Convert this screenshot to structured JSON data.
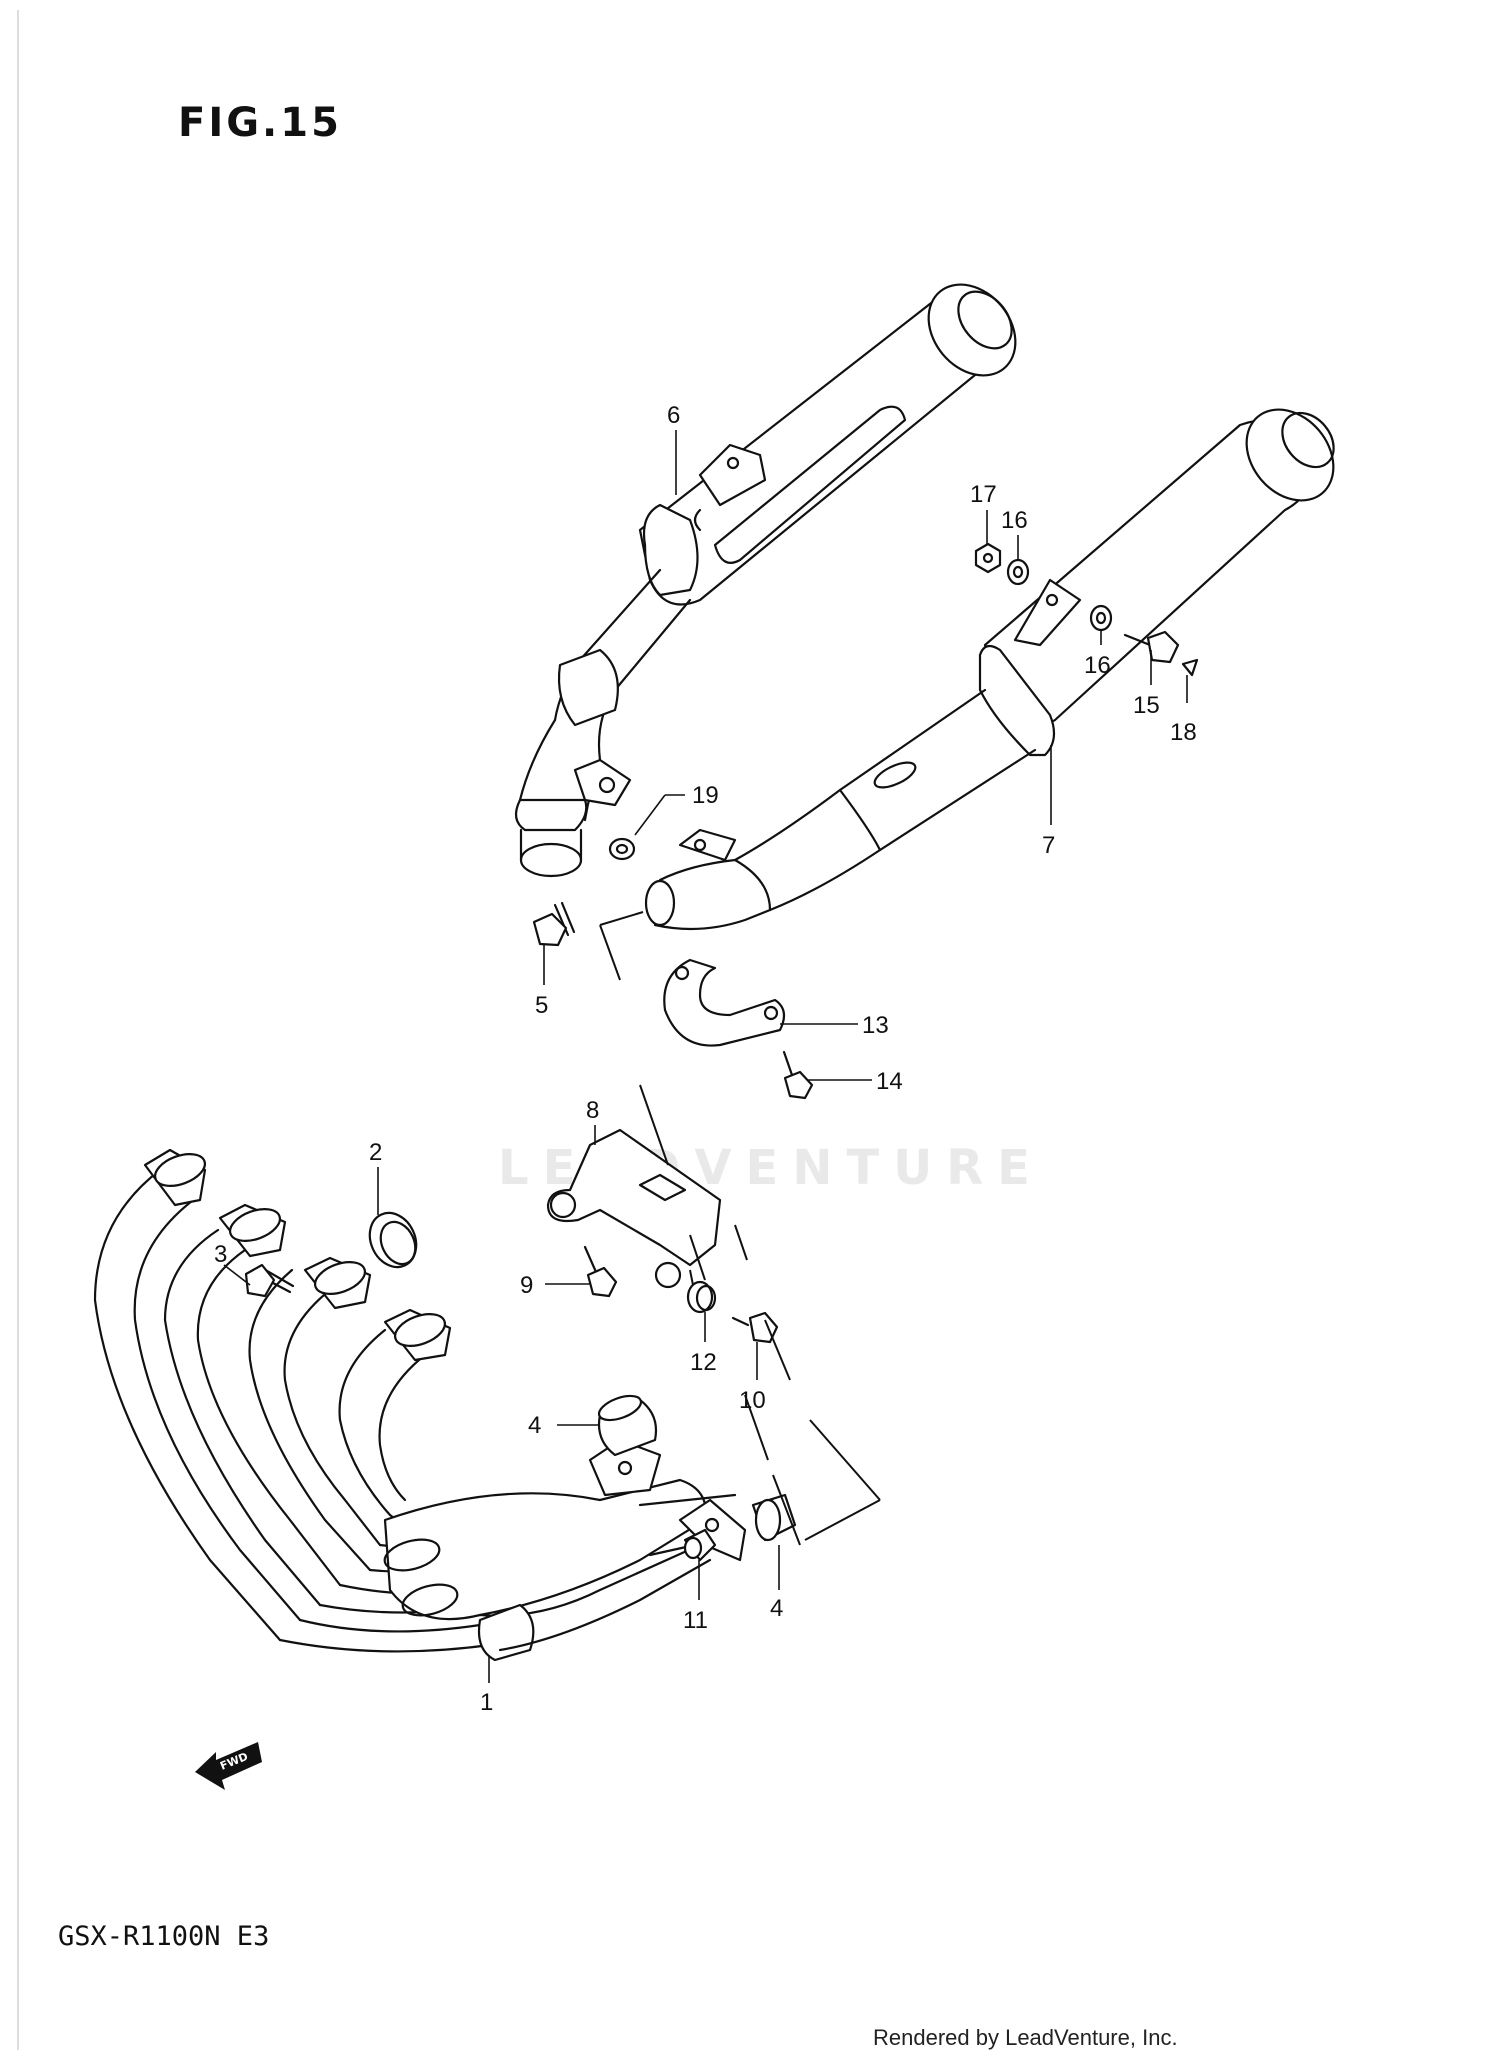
{
  "figure": {
    "title": "FIG.15",
    "model": "GSX-R1100N E3",
    "credit": "Rendered by LeadVenture, Inc.",
    "watermark": "LEADVENTURE",
    "fwd_label": "FWD"
  },
  "callouts": [
    "1",
    "2",
    "3",
    "4",
    "4",
    "5",
    "6",
    "7",
    "8",
    "9",
    "10",
    "11",
    "12",
    "13",
    "14",
    "15",
    "16",
    "16",
    "17",
    "18",
    "19"
  ]
}
